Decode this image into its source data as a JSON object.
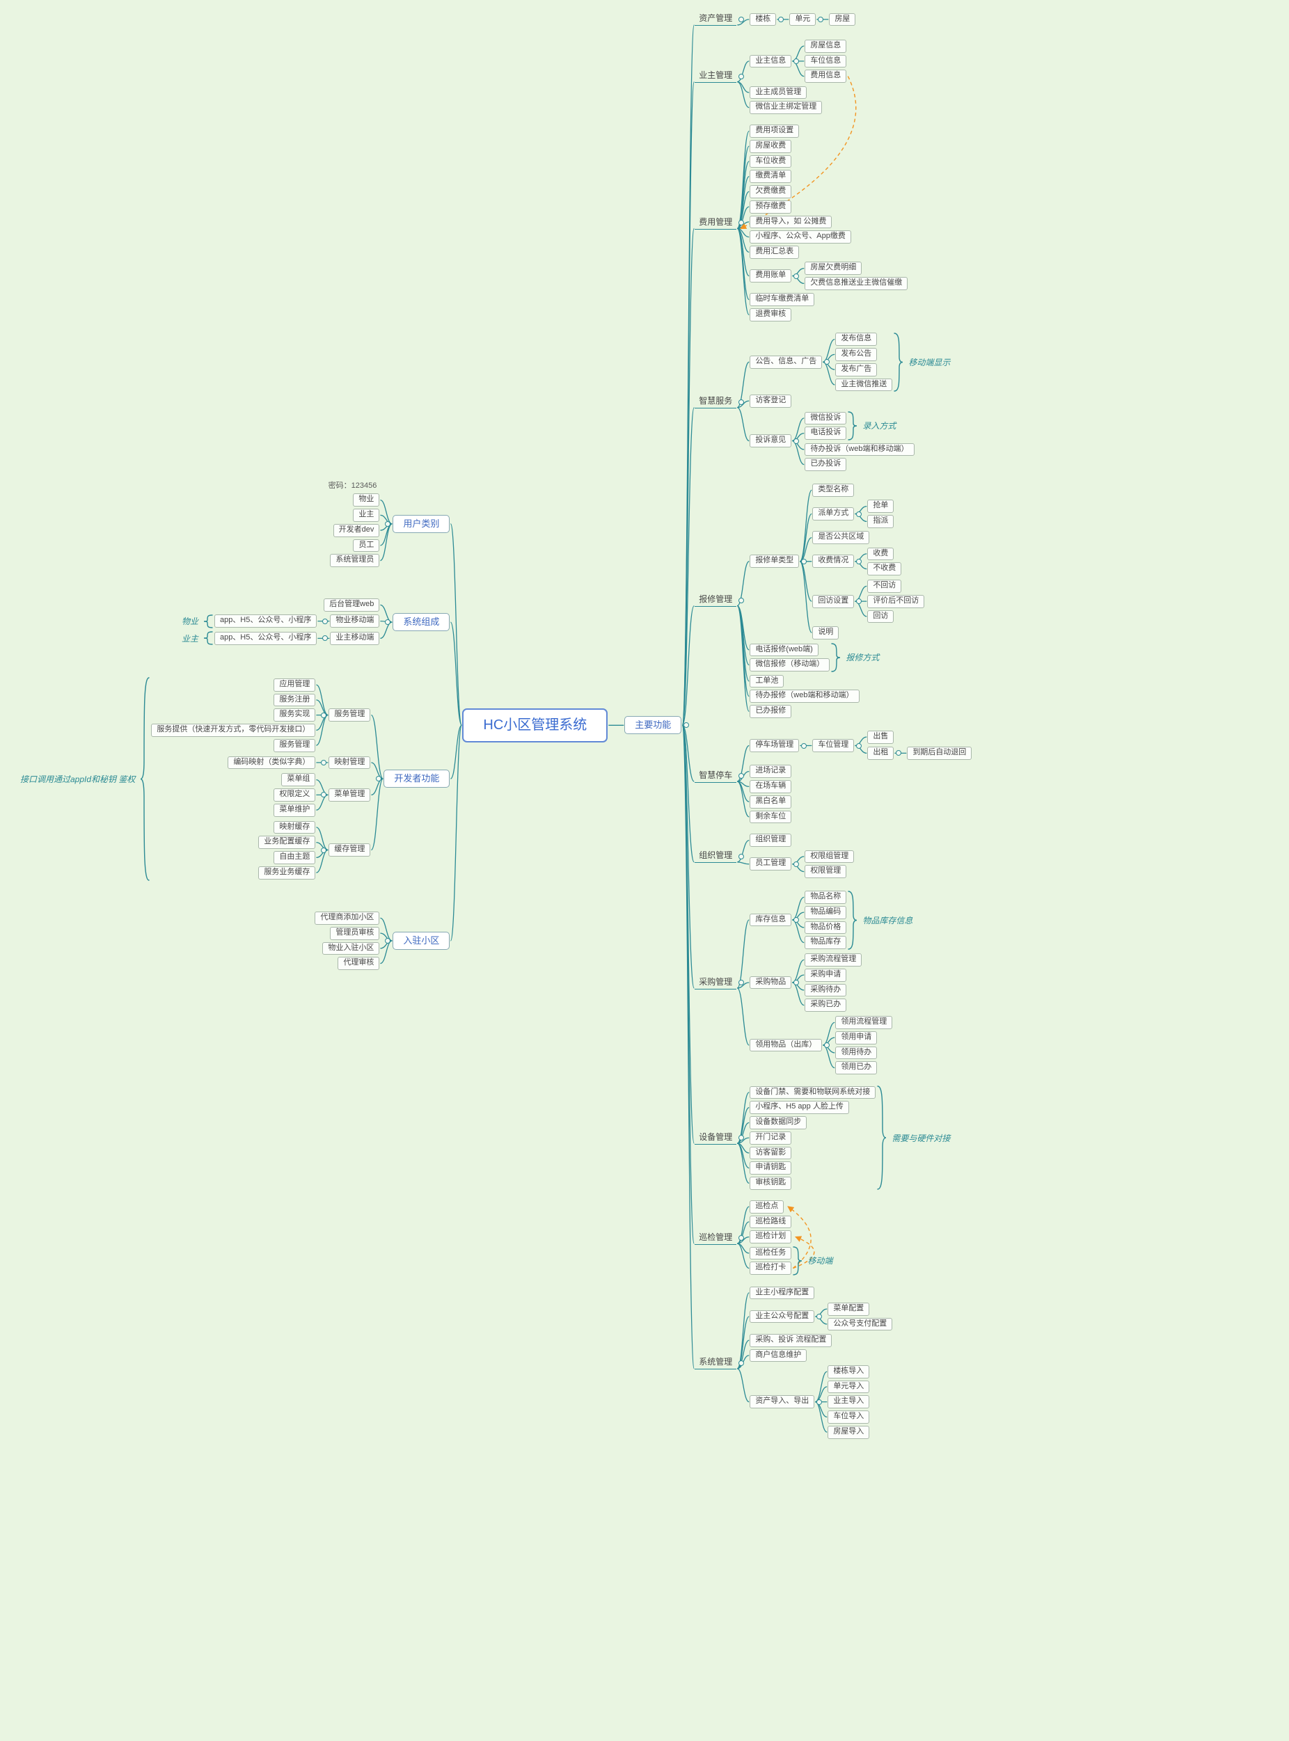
{
  "palette": {
    "background": "#e9f5e1",
    "line": "#2b8a94",
    "box_border": "#a9b7aa",
    "text": "#474747",
    "central_text": "#3a6bd0",
    "brace": "#2b8a94",
    "arrow": "#f29421"
  },
  "central": {
    "label": "HC小区管理系统"
  },
  "left_branches": [
    {
      "label": "用户类别",
      "children": [
        {
          "label": "密码：123456",
          "style": "note",
          "no_edge": true
        },
        {
          "label": "物业"
        },
        {
          "label": "业主"
        },
        {
          "label": "开发者dev"
        },
        {
          "label": "员工"
        },
        {
          "label": "系统管理员"
        }
      ]
    },
    {
      "label": "系统组成",
      "children": [
        {
          "label": "后台管理web"
        },
        {
          "label": "物业移动端",
          "brace": {
            "side": "left",
            "label": "物业"
          },
          "children": [
            {
              "label": "app、H5、公众号、小程序"
            }
          ]
        },
        {
          "label": "业主移动端",
          "brace": {
            "side": "left",
            "label": "业主"
          },
          "children": [
            {
              "label": "app、H5、公众号、小程序"
            }
          ]
        }
      ]
    },
    {
      "label": "开发者功能",
      "brace": {
        "side": "left",
        "label": "接口调用通过appId和秘钥 鉴权"
      },
      "children": [
        {
          "label": "服务管理",
          "children": [
            {
              "label": "应用管理"
            },
            {
              "label": "服务注册"
            },
            {
              "label": "服务实现"
            },
            {
              "label": "服务提供（快速开发方式，零代码开发接口）"
            },
            {
              "label": "服务管理"
            }
          ]
        },
        {
          "label": "映射管理",
          "children": [
            {
              "label": "编码映射（类似字典）"
            }
          ]
        },
        {
          "label": "菜单管理",
          "children": [
            {
              "label": "菜单组"
            },
            {
              "label": "权限定义"
            },
            {
              "label": "菜单维护"
            }
          ]
        },
        {
          "label": "缓存管理",
          "children": [
            {
              "label": "映射缓存"
            },
            {
              "label": "业务配置缓存"
            },
            {
              "label": "自由主题"
            },
            {
              "label": "服务业务缓存"
            }
          ]
        }
      ]
    },
    {
      "label": "入驻小区",
      "children": [
        {
          "label": "代理商添加小区"
        },
        {
          "label": "管理员审核"
        },
        {
          "label": "物业入驻小区"
        },
        {
          "label": "代理审核"
        }
      ]
    }
  ],
  "right_branch": {
    "label": "主要功能",
    "children": [
      {
        "label": "资产管理",
        "children": [
          {
            "label": "楼栋",
            "children": [
              {
                "label": "单元",
                "children": [
                  {
                    "label": "房屋"
                  }
                ]
              }
            ]
          }
        ]
      },
      {
        "label": "业主管理",
        "children": [
          {
            "label": "业主信息",
            "children": [
              {
                "label": "房屋信息"
              },
              {
                "label": "车位信息"
              },
              {
                "label": "费用信息",
                "id": "fee-info"
              }
            ]
          },
          {
            "label": "业主成员管理"
          },
          {
            "label": "微信业主绑定管理"
          }
        ]
      },
      {
        "label": "费用管理",
        "id": "fee-mgmt",
        "children": [
          {
            "label": "费用项设置"
          },
          {
            "label": "房屋收费"
          },
          {
            "label": "车位收费"
          },
          {
            "label": "缴费清单"
          },
          {
            "label": "欠费缴费"
          },
          {
            "label": "预存缴费"
          },
          {
            "label": "费用导入，如 公摊费"
          },
          {
            "label": "小程序、公众号、App缴费"
          },
          {
            "label": "费用汇总表"
          },
          {
            "label": "费用账单",
            "children": [
              {
                "label": "房屋欠费明细"
              },
              {
                "label": "欠费信息推送业主微信催缴"
              }
            ]
          },
          {
            "label": "临时车缴费清单"
          },
          {
            "label": "退费审核"
          }
        ]
      },
      {
        "label": "智慧服务",
        "children": [
          {
            "label": "公告、信息、广告",
            "brace": {
              "side": "right",
              "label": "移动端显示"
            },
            "children": [
              {
                "label": "发布信息"
              },
              {
                "label": "发布公告"
              },
              {
                "label": "发布广告"
              },
              {
                "label": "业主微信推送"
              }
            ]
          },
          {
            "label": "访客登记"
          },
          {
            "label": "投诉意见",
            "children": [
              {
                "group": true,
                "brace": {
                  "side": "right",
                  "label": "录入方式"
                },
                "children": [
                  {
                    "label": "微信投诉"
                  },
                  {
                    "label": "电话投诉"
                  }
                ]
              },
              {
                "label": "待办投诉（web端和移动端）"
              },
              {
                "label": "已办投诉"
              }
            ]
          }
        ]
      },
      {
        "label": "报修管理",
        "children": [
          {
            "label": "报修单类型",
            "children": [
              {
                "label": "类型名称"
              },
              {
                "label": "派单方式",
                "children": [
                  {
                    "label": "抢单"
                  },
                  {
                    "label": "指派"
                  }
                ]
              },
              {
                "label": "是否公共区域"
              },
              {
                "label": "收费情况",
                "children": [
                  {
                    "label": "收费"
                  },
                  {
                    "label": "不收费"
                  }
                ]
              },
              {
                "label": "回访设置",
                "children": [
                  {
                    "label": "不回访"
                  },
                  {
                    "label": "评价后不回访"
                  },
                  {
                    "label": "回访"
                  }
                ]
              },
              {
                "label": "说明"
              }
            ]
          },
          {
            "group": true,
            "brace": {
              "side": "right",
              "label": "报修方式"
            },
            "children": [
              {
                "label": "电话报修(web端)"
              },
              {
                "label": "微信报修（移动端）"
              }
            ]
          },
          {
            "label": "工单池"
          },
          {
            "label": "待办报修（web端和移动端）"
          },
          {
            "label": "已办报修"
          }
        ]
      },
      {
        "label": "智慧停车",
        "children": [
          {
            "label": "停车场管理",
            "children": [
              {
                "label": "车位管理",
                "children": [
                  {
                    "label": "出售"
                  },
                  {
                    "label": "出租",
                    "children": [
                      {
                        "label": "到期后自动退回"
                      }
                    ]
                  }
                ]
              }
            ]
          },
          {
            "label": "进场记录"
          },
          {
            "label": "在场车辆"
          },
          {
            "label": "黑白名单"
          },
          {
            "label": "剩余车位"
          }
        ]
      },
      {
        "label": "组织管理",
        "children": [
          {
            "label": "组织管理"
          },
          {
            "label": "员工管理",
            "children": [
              {
                "label": "权限组管理"
              },
              {
                "label": "权限管理"
              }
            ]
          }
        ]
      },
      {
        "label": "采购管理",
        "children": [
          {
            "label": "库存信息",
            "brace": {
              "side": "right",
              "label": "物品库存信息"
            },
            "children": [
              {
                "label": "物品名称"
              },
              {
                "label": "物品编码"
              },
              {
                "label": "物品价格"
              },
              {
                "label": "物品库存"
              }
            ]
          },
          {
            "label": "采购物品",
            "children": [
              {
                "label": "采购流程管理"
              },
              {
                "label": "采购申请"
              },
              {
                "label": "采购待办"
              },
              {
                "label": "采购已办"
              }
            ]
          },
          {
            "label": "领用物品（出库）",
            "children": [
              {
                "label": "领用流程管理"
              },
              {
                "label": "领用申请"
              },
              {
                "label": "领用待办"
              },
              {
                "label": "领用已办"
              }
            ]
          }
        ]
      },
      {
        "label": "设备管理",
        "brace": {
          "side": "right",
          "label": "需要与硬件对接"
        },
        "children": [
          {
            "label": "设备门禁、需要和物联网系统对接"
          },
          {
            "label": "小程序、H5 app 人脸上传"
          },
          {
            "label": "设备数据同步"
          },
          {
            "label": "开门记录"
          },
          {
            "label": "访客留影"
          },
          {
            "label": "申请钥匙"
          },
          {
            "label": "审核钥匙"
          }
        ]
      },
      {
        "label": "巡检管理",
        "children": [
          {
            "label": "巡检点",
            "id": "patrol-point"
          },
          {
            "label": "巡检路线"
          },
          {
            "label": "巡检计划",
            "id": "patrol-plan"
          },
          {
            "group": true,
            "brace": {
              "side": "right",
              "label": "移动端"
            },
            "children": [
              {
                "label": "巡检任务"
              },
              {
                "label": "巡检打卡",
                "id": "patrol-clock"
              }
            ]
          }
        ]
      },
      {
        "label": "系统管理",
        "children": [
          {
            "label": "业主小程序配置"
          },
          {
            "label": "业主公众号配置",
            "children": [
              {
                "label": "菜单配置"
              },
              {
                "label": "公众号支付配置"
              }
            ]
          },
          {
            "label": "采购、投诉 流程配置"
          },
          {
            "label": "商户信息维护"
          },
          {
            "label": "资产导入、导出",
            "children": [
              {
                "label": "楼栋导入"
              },
              {
                "label": "单元导入"
              },
              {
                "label": "业主导入"
              },
              {
                "label": "车位导入"
              },
              {
                "label": "房屋导入"
              }
            ]
          }
        ]
      }
    ]
  },
  "arrows": [
    {
      "from": "fee-info",
      "to": "fee-mgmt"
    },
    {
      "from": "patrol-clock",
      "to": "patrol-point"
    },
    {
      "from": "patrol-clock",
      "to": "patrol-plan"
    }
  ]
}
